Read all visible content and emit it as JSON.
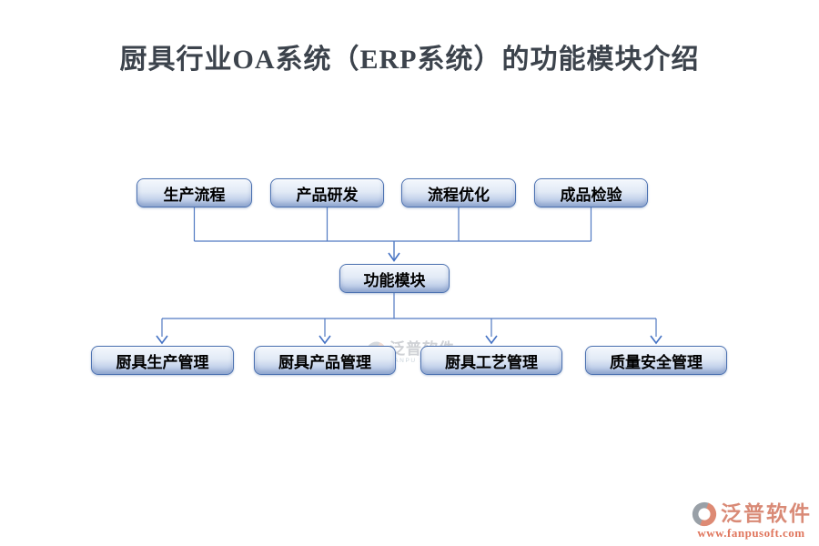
{
  "title": "厨具行业OA系统（ERP系统）的功能模块介绍",
  "diagram": {
    "top_row": [
      {
        "label": "生产流程"
      },
      {
        "label": "产品研发"
      },
      {
        "label": "流程优化"
      },
      {
        "label": "成品检验"
      }
    ],
    "center": {
      "label": "功能模块"
    },
    "bottom_row": [
      {
        "label": "厨具生产管理"
      },
      {
        "label": "厨具产品管理"
      },
      {
        "label": "厨具工艺管理"
      },
      {
        "label": "质量安全管理"
      }
    ]
  },
  "watermark": {
    "brand": "泛普软件",
    "subtext": "FANPU SOFTWARE"
  },
  "footer_logo": {
    "brand": "泛普软件",
    "url": "www.fanpusoft.com"
  },
  "colors": {
    "title_text": "#3c434c",
    "box_border": "#4a70b0",
    "box_fill_top": "#f4f8fd",
    "box_fill_bottom": "#b2c5e3",
    "connector": "#5079c2",
    "brand_salmon": "#dd8a74",
    "brand_gray": "#99a0a7",
    "url_red": "#e0755c"
  }
}
